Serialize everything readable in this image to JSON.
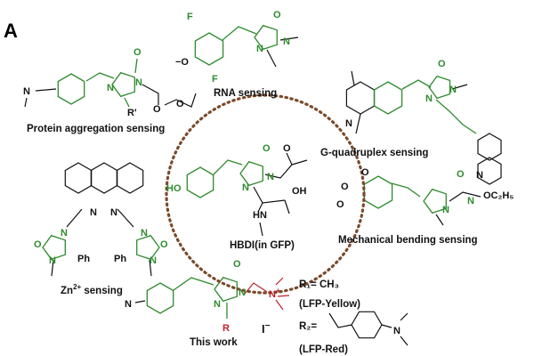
{
  "panel_label": "A",
  "colors": {
    "chromophore": "#2e8b2e",
    "highlight": "#c0202a",
    "circle": "#7a4a2a",
    "text": "#111111"
  },
  "center": {
    "label": "HBDI(in GFP)",
    "atoms": {
      "ho": "HO",
      "n": "N",
      "n2": "N",
      "o": "O",
      "o2": "O",
      "oh": "OH",
      "hn": "HN"
    }
  },
  "protein_aggregation": {
    "label": "Protein aggregation sensing",
    "atoms": {
      "nme2": "N",
      "n": "N",
      "n2": "N",
      "o": "O",
      "r": "R'",
      "o2": "O",
      "o3": "O"
    }
  },
  "rna": {
    "label": "RNA sensing",
    "atoms": {
      "f1": "F",
      "f2": "F",
      "o": "O",
      "n": "N",
      "n2": "N",
      "om": "−O"
    }
  },
  "g_quadruplex": {
    "label": "G-quadruplex sensing",
    "atoms": {
      "n": "N",
      "o": "O",
      "n2": "N",
      "n3": "N",
      "nq": "N"
    }
  },
  "zinc": {
    "label": "Zn",
    "label_sup": "2+",
    "label_suffix": " sensing",
    "atoms": {
      "n1": "N",
      "n2": "N",
      "o1": "O",
      "o2": "O",
      "nl": "N",
      "nr": "N",
      "nl2": "N",
      "nr2": "N",
      "ph1": "Ph",
      "ph2": "Ph"
    }
  },
  "mechanical": {
    "label": "Mechanical bending sensing",
    "atoms": {
      "o1": "O",
      "o2": "O",
      "o3": "O",
      "o4": "O",
      "n": "N",
      "n2": "N",
      "oet": "OC₂H₅"
    }
  },
  "this_work": {
    "label": "This work",
    "atoms": {
      "nme2": "N",
      "n": "N",
      "n2": "N",
      "o": "O",
      "r": "R",
      "nplus": "N",
      "plus": "+",
      "iodide": "I",
      "iminus": "−"
    }
  },
  "legend": {
    "r1": "R₁= CH₃",
    "r1_name": "(LFP-Yellow)",
    "r2": "R₂=",
    "r2_n": "N",
    "r2_name": "(LFP-Red)"
  }
}
